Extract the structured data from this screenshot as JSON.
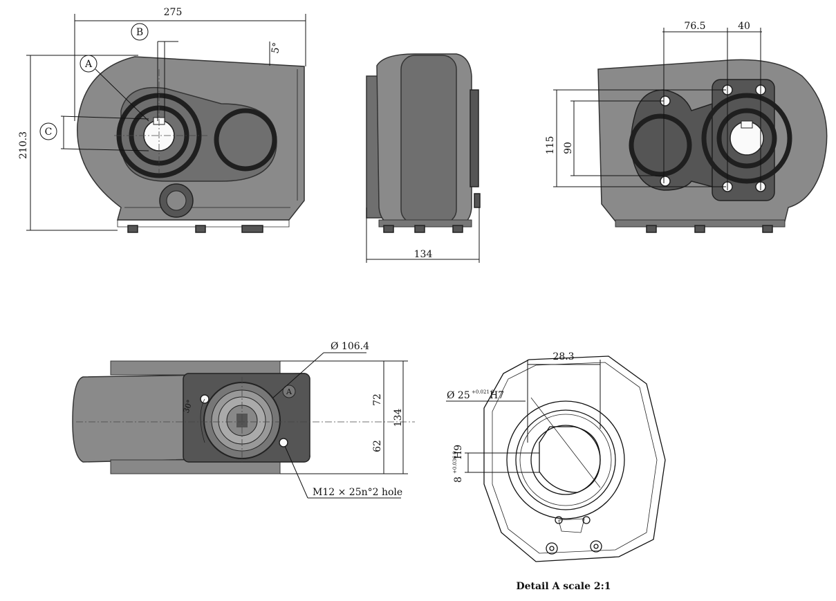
{
  "front_view": {
    "width": "275",
    "height": "210.3",
    "angle": "5°",
    "callout_a": "A",
    "callout_b": "B",
    "callout_c": "C"
  },
  "side_view": {
    "width": "134"
  },
  "rear_view": {
    "spacing_1": "76.5",
    "spacing_2": "40",
    "height_outer": "115",
    "height_inner": "90"
  },
  "bottom_view": {
    "diameter": "Ø 106.4",
    "upper": "72",
    "lower": "62",
    "total": "134",
    "angle": "30°",
    "callout_a": "A",
    "hole_note": "M12 × 25n°2 hole"
  },
  "detail_a": {
    "width": "28.3",
    "bore": "Ø 25",
    "bore_tol": "+0.021 0",
    "bore_fit": "H7",
    "key": "8",
    "key_tol": "+0.036 0",
    "key_fit": "H9",
    "caption": "Detail A scale 2:1"
  },
  "colors": {
    "body": "#8a8a8a",
    "dark": "#555555",
    "line": "#111111"
  }
}
